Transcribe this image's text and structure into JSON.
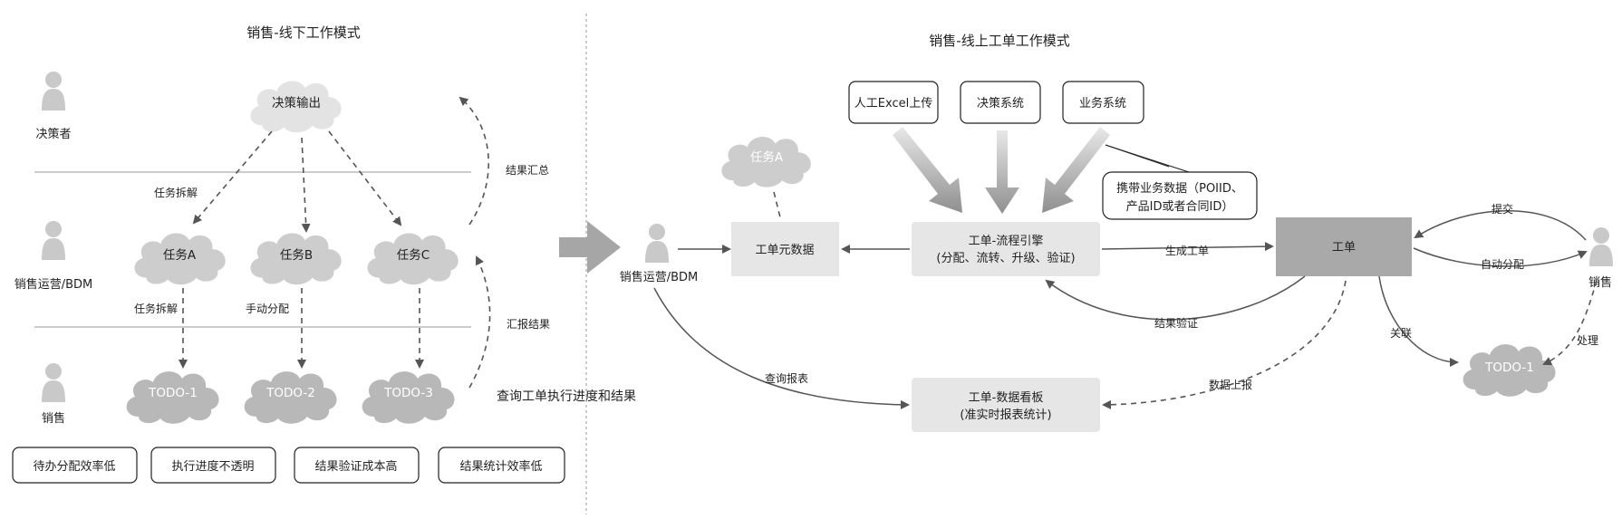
{
  "left_panel": {
    "title": "销售-线下工作模式",
    "roles": {
      "decider": "决策者",
      "ops": "销售运营/BDM",
      "sales": "销售"
    },
    "decision_output": "决策输出",
    "tasks": [
      "任务A",
      "任务B",
      "任务C"
    ],
    "todos": [
      "TODO-1",
      "TODO-2",
      "TODO-3"
    ],
    "edge_labels": {
      "split_top": "任务拆解",
      "split_bottom": "任务拆解",
      "manual_assign": "手动分配",
      "summary": "结果汇总",
      "report": "汇报结果",
      "query": "查询工单执行进度和结果"
    },
    "problems": [
      "待办分配效率低",
      "执行进度不透明",
      "结果验证成本高",
      "结果统计效率低"
    ]
  },
  "right_panel": {
    "title": "销售-线上工单工作模式",
    "sources": [
      "人工Excel上传",
      "决策系统",
      "业务系统"
    ],
    "callout": [
      "携带业务数据（POIID、",
      "产品ID或者合同ID）"
    ],
    "task_cloud": "任务A",
    "ops_role": "销售运营/BDM",
    "meta_box": "工单元数据",
    "engine_box": [
      "工单-流程引擎",
      "(分配、流转、升级、验证)"
    ],
    "ticket_box": "工单",
    "dashboard_box": [
      "工单-数据看板",
      "(准实时报表统计)"
    ],
    "sales_role": "销售",
    "todo_cloud": "TODO-1",
    "edge_labels": {
      "generate": "生成工单",
      "verify": "结果验证",
      "query": "查询报表",
      "report_data": "数据上报",
      "submit": "提交",
      "auto_assign": "自动分配",
      "relate": "关联",
      "handle": "处理"
    }
  },
  "colors": {
    "cloud_light": "#e3e3e3",
    "cloud_mid": "#cdcdcd",
    "cloud_dark": "#b8b8b8",
    "person": "#c9c9c9",
    "box_fill": "#e6e6e6",
    "ticket_fill": "#a9a9a9",
    "big_arrow": "#a6a6a6"
  }
}
